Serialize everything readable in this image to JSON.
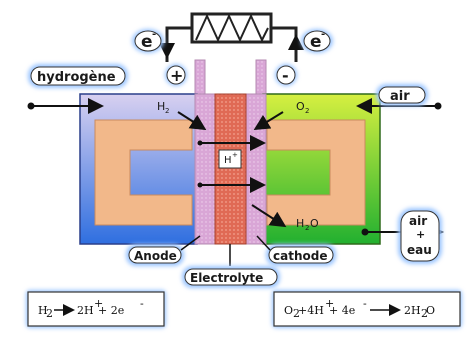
{
  "labels": {
    "electron_left": "e",
    "electron_right": "e",
    "electron_sup": "-",
    "plus": "+",
    "minus": "-",
    "hydrogen": "hydrogène",
    "air_in": "air",
    "air_out": "air",
    "air_plus": "+",
    "eau": "eau",
    "anode": "Anode",
    "cathode": "cathode",
    "electrolyte": "Electrolyte",
    "h2": "H",
    "h2_sub": "2",
    "o2": "O",
    "o2_sub": "2",
    "hplus": "H",
    "hplus_sup": "+",
    "h2o_h": "H",
    "h2o_sub": "2",
    "h2o_o": "O"
  },
  "equations": {
    "anode": {
      "h": "H",
      "h_sub": "2",
      "arrow": "→",
      "rhs": "2H",
      "rhs_sup": "+",
      "rhs2": " + 2e",
      "rhs2_sup": "-"
    },
    "cathode": {
      "o": "O",
      "o_sub": "2",
      "mid": "+4H",
      "mid_sup": "+",
      "mid2": " + 4e",
      "mid2_sup": "-",
      "arrow": "→",
      "rhs": "2H",
      "rhs_sub": "2",
      "rhs2": "O"
    }
  },
  "colors": {
    "anode_gradient_top": "#d8d0f0",
    "anode_gradient_bottom": "#2f6fe0",
    "cathode_gradient_top": "#d6ef40",
    "cathode_gradient_bottom": "#22b030",
    "electrode_plate": "#f2b88a",
    "membrane": "#e8705a",
    "diffusion_layer": "#d9a6d6",
    "wire": "#222222",
    "bubble_fill": "#ffffff",
    "bubble_glow": "#9cc6ff"
  }
}
